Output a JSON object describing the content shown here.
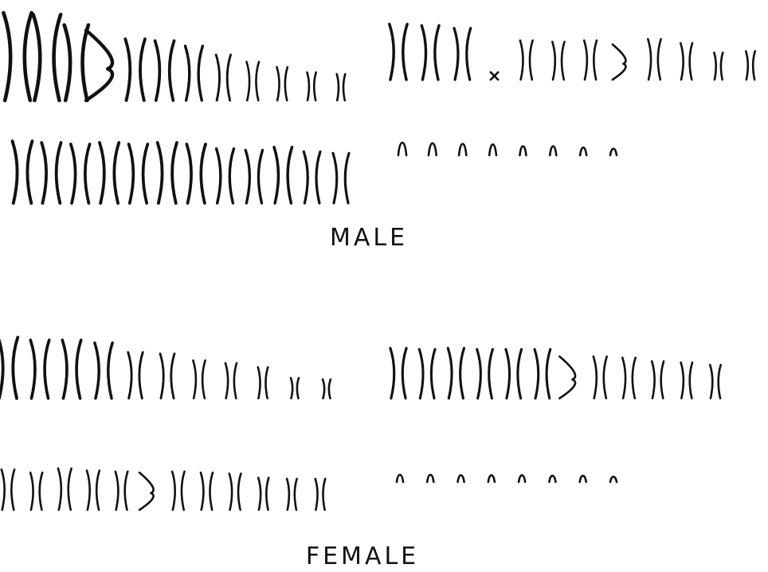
{
  "ink_color": "#111111",
  "background": "#ffffff",
  "karyotypes": [
    {
      "label": "MALE",
      "groups": [
        {
          "kinds": [
            "X",
            "X",
            "X",
            "V",
            "X",
            "X",
            "X",
            "X",
            "X",
            "X",
            "X",
            "X"
          ],
          "lengths": [
            1.0,
            0.98,
            0.86,
            0.8,
            0.7,
            0.68,
            0.62,
            0.52,
            0.44,
            0.38,
            0.32,
            0.3
          ]
        },
        {
          "kinds": [
            "X",
            "X",
            "X",
            "x",
            "X",
            "X",
            "X",
            "V",
            "X",
            "X",
            "X",
            "X"
          ],
          "lengths": [
            0.82,
            0.8,
            0.76,
            0.22,
            0.58,
            0.56,
            0.58,
            0.52,
            0.6,
            0.54,
            0.4,
            0.42
          ]
        },
        {
          "kinds": [
            "X",
            "X",
            "X",
            "X",
            "X",
            "X",
            "X",
            "X",
            "X",
            "X",
            "X",
            "X"
          ],
          "lengths": [
            0.82,
            0.8,
            0.78,
            0.8,
            0.78,
            0.8,
            0.78,
            0.72,
            0.7,
            0.74,
            0.68,
            0.66
          ]
        },
        {
          "kinds": [
            "A",
            "A",
            "A",
            "A",
            "A",
            "A",
            "A",
            "A"
          ],
          "lengths": [
            0.42,
            0.4,
            0.38,
            0.36,
            0.3,
            0.3,
            0.26,
            0.22
          ]
        }
      ]
    },
    {
      "label": "FEMALE",
      "groups": [
        {
          "kinds": [
            "X",
            "X",
            "X",
            "X",
            "X",
            "X",
            "X",
            "X",
            "X",
            "X",
            "X"
          ],
          "lengths": [
            0.9,
            0.86,
            0.86,
            0.82,
            0.68,
            0.66,
            0.56,
            0.52,
            0.46,
            0.3,
            0.28
          ]
        },
        {
          "kinds": [
            "X",
            "X",
            "X",
            "X",
            "X",
            "X",
            "V",
            "X",
            "X",
            "X",
            "X",
            "X"
          ],
          "lengths": [
            0.84,
            0.82,
            0.84,
            0.82,
            0.82,
            0.82,
            0.7,
            0.7,
            0.68,
            0.62,
            0.6,
            0.56
          ]
        },
        {
          "kinds": [
            "X",
            "X",
            "X",
            "X",
            "X",
            "V",
            "X",
            "X",
            "X",
            "X",
            "X",
            "X"
          ],
          "lengths": [
            0.78,
            0.72,
            0.8,
            0.76,
            0.74,
            0.72,
            0.74,
            0.72,
            0.7,
            0.62,
            0.6,
            0.6
          ]
        },
        {
          "kinds": [
            "A",
            "A",
            "A",
            "A",
            "A",
            "A",
            "A",
            "A"
          ],
          "lengths": [
            0.3,
            0.3,
            0.28,
            0.28,
            0.28,
            0.26,
            0.26,
            0.22
          ]
        }
      ]
    }
  ]
}
